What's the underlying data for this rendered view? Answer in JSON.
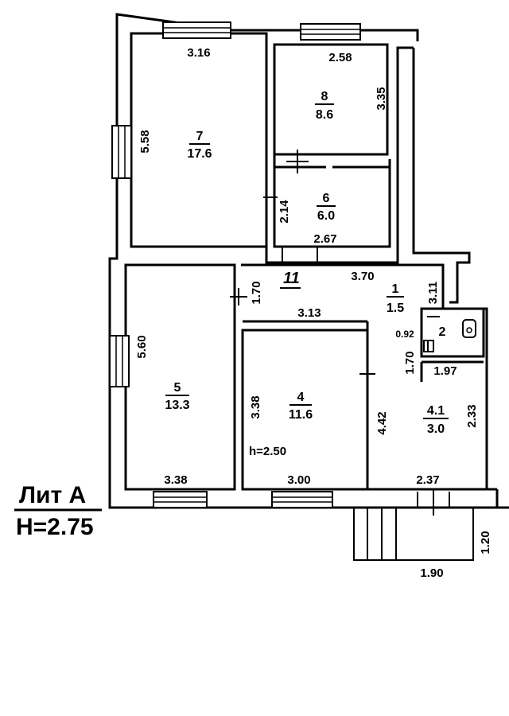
{
  "plan": {
    "legend": {
      "lit": "Лит А",
      "height": "H=2.75"
    },
    "corridor_marker": "11",
    "room4_height": "h=2.50",
    "rooms": [
      {
        "id": "room-7",
        "number": "7",
        "area": "17.6"
      },
      {
        "id": "room-8",
        "number": "8",
        "area": "8.6"
      },
      {
        "id": "room-6",
        "number": "6",
        "area": "6.0"
      },
      {
        "id": "room-5",
        "number": "5",
        "area": "13.3"
      },
      {
        "id": "room-4",
        "number": "4",
        "area": "11.6"
      },
      {
        "id": "room-1",
        "number": "1",
        "area": "1.5"
      },
      {
        "id": "room-2",
        "number": "2",
        "area": ""
      },
      {
        "id": "room-4-1",
        "number": "4.1",
        "area": "3.0"
      }
    ],
    "dims": [
      {
        "id": "dim-3-16",
        "value": "3.16"
      },
      {
        "id": "dim-2-58",
        "value": "2.58"
      },
      {
        "id": "dim-3-35",
        "value": "3.35"
      },
      {
        "id": "dim-5-58",
        "value": "5.58"
      },
      {
        "id": "dim-2-14",
        "value": "2.14"
      },
      {
        "id": "dim-2-67",
        "value": "2.67"
      },
      {
        "id": "dim-1-70a",
        "value": "1.70"
      },
      {
        "id": "dim-3-70",
        "value": "3.70"
      },
      {
        "id": "dim-3-11",
        "value": "3.11"
      },
      {
        "id": "dim-3-13",
        "value": "3.13"
      },
      {
        "id": "dim-0-92",
        "value": "0.92"
      },
      {
        "id": "dim-5-60",
        "value": "5.60"
      },
      {
        "id": "dim-1-70b",
        "value": "1.70"
      },
      {
        "id": "dim-1-97",
        "value": "1.97"
      },
      {
        "id": "dim-3-38a",
        "value": "3.38"
      },
      {
        "id": "dim-4-42",
        "value": "4.42"
      },
      {
        "id": "dim-2-33",
        "value": "2.33"
      },
      {
        "id": "dim-3-38b",
        "value": "3.38"
      },
      {
        "id": "dim-3-00",
        "value": "3.00"
      },
      {
        "id": "dim-2-37",
        "value": "2.37"
      },
      {
        "id": "dim-1-20",
        "value": "1.20"
      },
      {
        "id": "dim-1-90",
        "value": "1.90"
      }
    ]
  }
}
